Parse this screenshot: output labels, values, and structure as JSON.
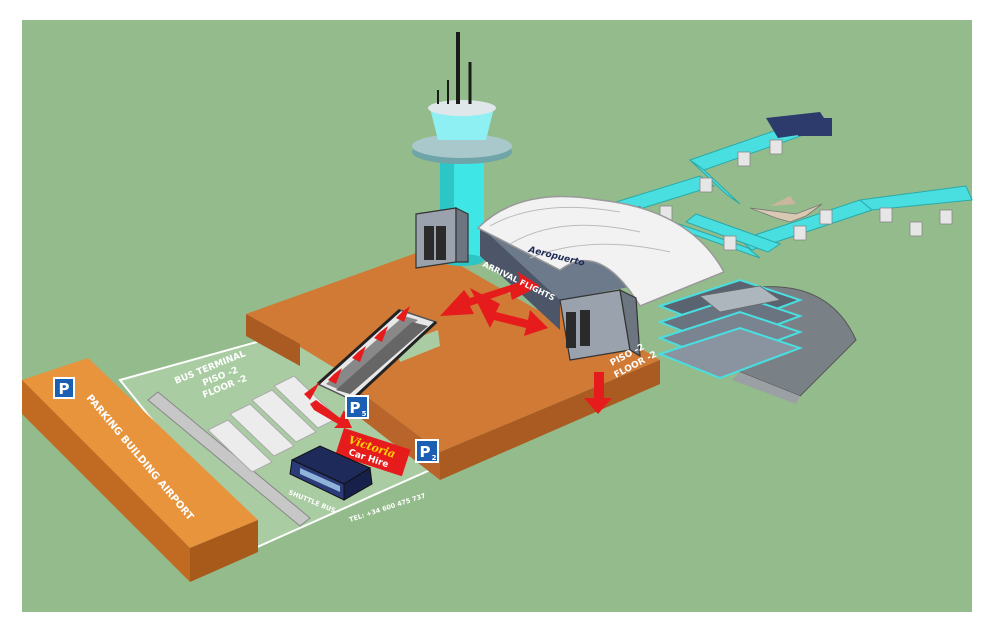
{
  "map": {
    "colors": {
      "ground": "#94bb8b",
      "platform": "#d17a36",
      "terminal_roof": "#f2f2f2",
      "tower": "#3fe6e6",
      "walkway": "#49dfe0",
      "arrow": "#e61c1c",
      "parking_sign": "#1a5fb4"
    },
    "labels": {
      "parking_building": "PARKING BUILDING AIRPORT",
      "bus_terminal": "BUS TERMINAL",
      "bus_piso": "PISO -2",
      "bus_floor": "FLOOR -2",
      "arrival_flights": "ARRIVAL FLIGHTS",
      "right_piso": "PISO -2",
      "right_floor": "FLOOR -2",
      "shuttle_bus": "SHUTTLE BUS",
      "phone": "TEL: +34 600 475 737",
      "car_hire_brand": "Victoria",
      "car_hire_text": "Car Hire",
      "parking_p": "P",
      "parking_p5": "P",
      "parking_p5_sub": "5",
      "parking_p2": "P",
      "parking_p2_sub": "2",
      "terminal_sign": "Aeropuerto"
    }
  }
}
